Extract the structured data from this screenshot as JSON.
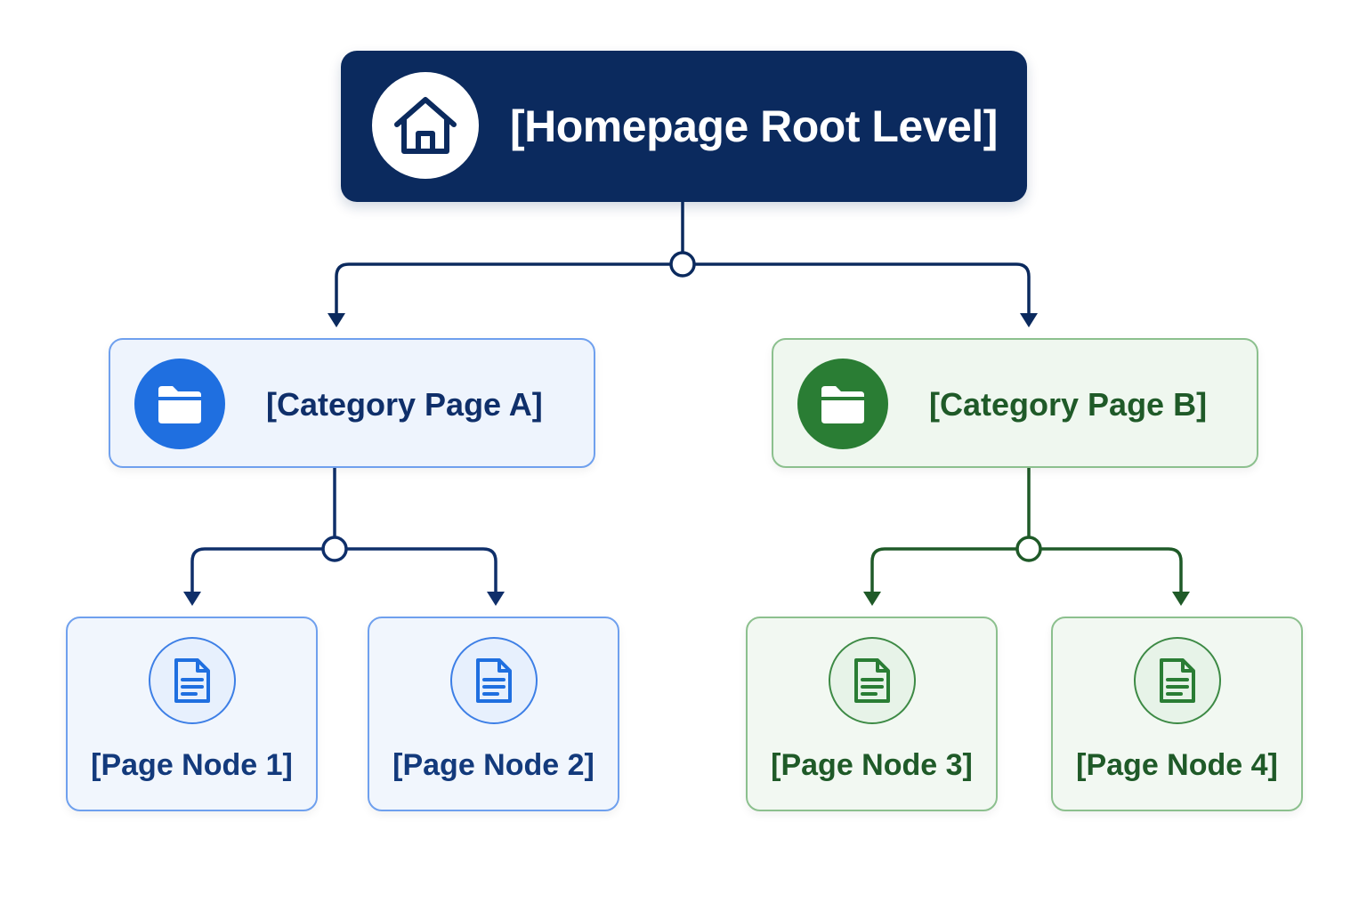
{
  "root": {
    "label": "[Homepage Root Level]",
    "icon": "home-icon",
    "color": "#0b2a5e"
  },
  "categories": [
    {
      "label": "[Category Page A]",
      "icon": "folder-icon",
      "color": "#1f6fe0"
    },
    {
      "label": "[Category Page B]",
      "icon": "folder-icon",
      "color": "#2a7d34"
    }
  ],
  "pages": [
    {
      "label": "[Page Node 1]",
      "icon": "document-icon",
      "parent": "[Category Page A]"
    },
    {
      "label": "[Page Node 2]",
      "icon": "document-icon",
      "parent": "[Category Page A]"
    },
    {
      "label": "[Page Node 3]",
      "icon": "document-icon",
      "parent": "[Category Page B]"
    },
    {
      "label": "[Page Node 4]",
      "icon": "document-icon",
      "parent": "[Category Page B]"
    }
  ],
  "colors": {
    "root_connector": "#0b2a5e",
    "branch_a_connector": "#0f2f6a",
    "branch_b_connector": "#1f5a28"
  }
}
